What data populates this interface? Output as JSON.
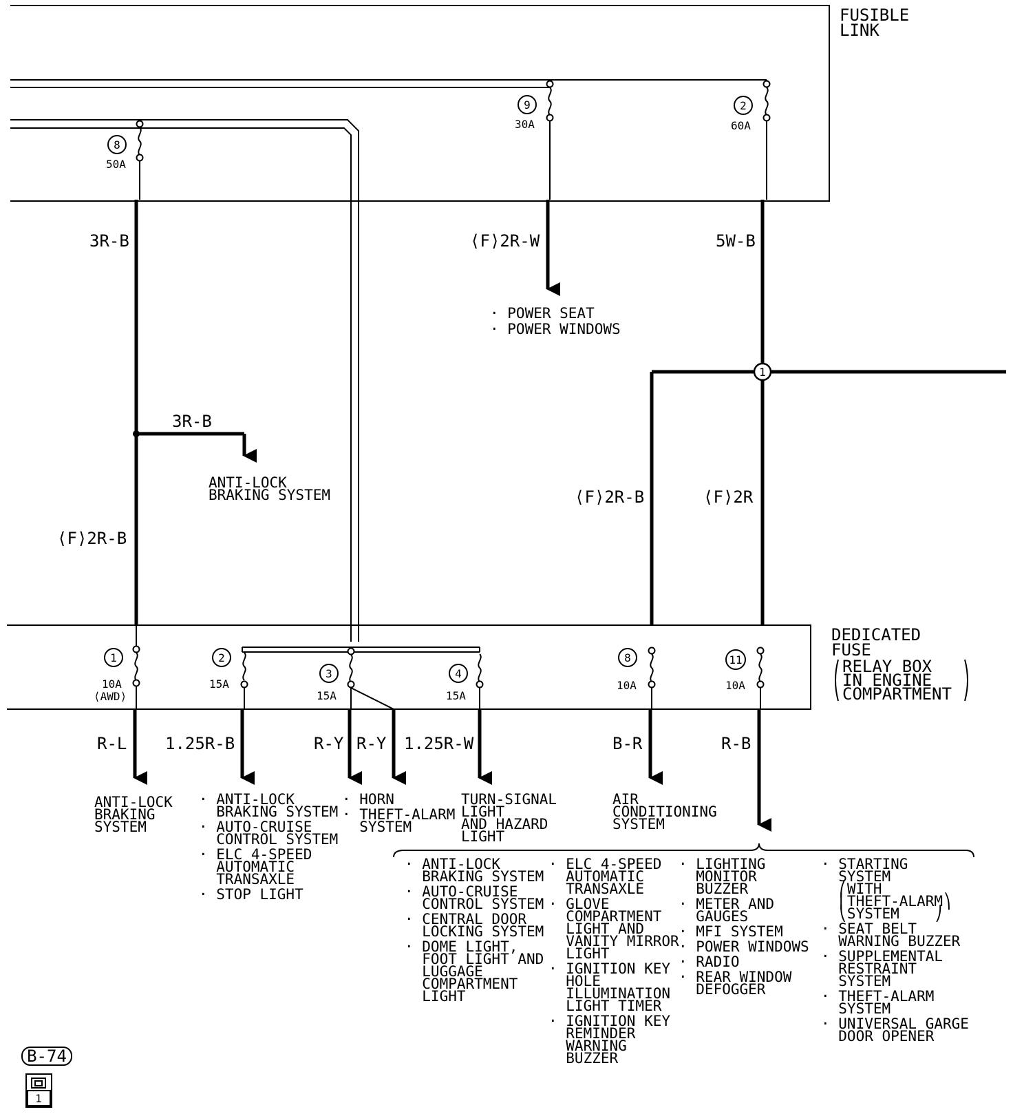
{
  "fusible_link": {
    "title": [
      "FUSIBLE",
      "LINK"
    ],
    "fuses": [
      {
        "num": "8",
        "amp": "50A"
      },
      {
        "num": "9",
        "amp": "30A"
      },
      {
        "num": "2",
        "amp": "60A"
      }
    ]
  },
  "wires": {
    "w_3rb": "3R-B",
    "w_f2rw": "⟨F⟩2R-W",
    "w_5wb": "5W-B",
    "w_3rb_branch": "3R-B",
    "w_f2rb_left": "⟨F⟩2R-B",
    "w_f2rb_mid": "⟨F⟩2R-B",
    "w_f2r": "⟨F⟩2R",
    "w_rl": "R-L",
    "w_125rb": "1.25R-B",
    "w_ry1": "R-Y",
    "w_ry2": "R-Y",
    "w_125rw": "1.25R-W",
    "w_br": "B-R",
    "w_rb": "R-B"
  },
  "junction": "1",
  "dest": {
    "power": [
      "· POWER SEAT",
      "· POWER WINDOWS"
    ],
    "abs_branch": [
      "ANTI-LOCK",
      "BRAKING SYSTEM"
    ],
    "f1": [
      "ANTI-LOCK",
      "BRAKING",
      "SYSTEM"
    ],
    "f2": [
      "· ANTI-LOCK",
      "  BRAKING SYSTEM",
      "· AUTO-CRUISE",
      "  CONTROL SYSTEM",
      "· ELC 4-SPEED",
      "  AUTOMATIC",
      "  TRANSAXLE",
      "· STOP LIGHT"
    ],
    "f3": [
      "· HORN",
      "· THEFT-ALARM",
      "  SYSTEM"
    ],
    "f4": [
      "TURN-SIGNAL",
      "LIGHT",
      "AND HAZARD",
      "LIGHT"
    ],
    "f8": [
      "AIR",
      "CONDITIONING",
      "SYSTEM"
    ]
  },
  "dedicated_fuse": {
    "title": [
      "DEDICATED",
      "FUSE"
    ],
    "subtitle": [
      "RELAY BOX",
      "IN ENGINE",
      "COMPARTMENT"
    ],
    "fuses": [
      {
        "num": "1",
        "amp": "10A",
        "note": "⟨AWD⟩"
      },
      {
        "num": "2",
        "amp": "15A"
      },
      {
        "num": "3",
        "amp": "15A"
      },
      {
        "num": "4",
        "amp": "15A"
      },
      {
        "num": "8",
        "amp": "10A"
      },
      {
        "num": "11",
        "amp": "10A"
      }
    ]
  },
  "bottom_list": {
    "col1": [
      "· ANTI-LOCK",
      "  BRAKING SYSTEM",
      "· AUTO-CRUISE",
      "  CONTROL SYSTEM",
      "· CENTRAL DOOR",
      "  LOCKING SYSTEM",
      "· DOME LIGHT,",
      "  FOOT LIGHT AND",
      "  LUGGAGE",
      "  COMPARTMENT",
      "  LIGHT"
    ],
    "col2": [
      "· ELC 4-SPEED",
      "  AUTOMATIC",
      "  TRANSAXLE",
      "· GLOVE",
      "  COMPARTMENT",
      "  LIGHT AND",
      "  VANITY MIRROR",
      "  LIGHT",
      "· IGNITION KEY",
      "  HOLE",
      "  ILLUMINATION",
      "  LIGHT TIMER",
      "· IGNITION KEY",
      "  REMINDER",
      "  WARNING",
      "  BUZZER"
    ],
    "col3": [
      "· LIGHTING",
      "  MONITOR",
      "  BUZZER",
      "· METER AND",
      "  GAUGES",
      "· MFI SYSTEM",
      "· POWER WINDOWS",
      "· RADIO",
      "· REAR WINDOW",
      "  DEFOGGER"
    ],
    "col4": [
      "· STARTING",
      "  SYSTEM",
      "  ⎛WITH",
      "  ⎜THEFT-ALARM⎞",
      "  ⎝SYSTEM    ⎠",
      "· SEAT BELT",
      "  WARNING BUZZER",
      "· SUPPLEMENTAL",
      "  RESTRAINT",
      "  SYSTEM",
      "· THEFT-ALARM",
      "  SYSTEM",
      "· UNIVERSAL GARGE",
      "  DOOR OPENER"
    ]
  },
  "connector": {
    "code": "B-74",
    "pin": "1"
  }
}
